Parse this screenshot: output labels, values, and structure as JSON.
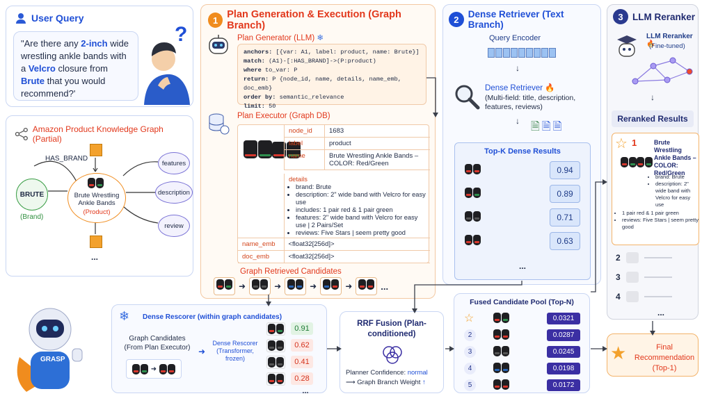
{
  "user_query": {
    "title": "User Query",
    "text_parts": [
      "\"Are there any ",
      "2-inch",
      " wide wrestling ankle bands with a ",
      "Velcro",
      " closure from ",
      "Brute",
      " that you would recommend?'"
    ]
  },
  "kg": {
    "title": "Amazon Product Knowledge Graph (Partial)",
    "edge_label": "HAS_BRAND",
    "brand_logo": "BRUTE",
    "brand_type": "(Brand)",
    "product_name": "Brute Wrestling Ankle Bands",
    "product_type": "(Product)",
    "nodes": [
      "features",
      "description",
      "review"
    ],
    "ellipsis": "..."
  },
  "branch1": {
    "num": "1",
    "title": "Plan Generation & Execution (Graph Branch)",
    "generator_title": "Plan Generator (LLM)",
    "plan_lines": [
      {
        "k": "anchors:",
        "v": " [{var: A1, label: product, name: Brute}]"
      },
      {
        "k": "match:",
        "v": " (A1)-[:HAS_BRAND]->(P:product)"
      },
      {
        "k": "where",
        "v": " to_var: P"
      },
      {
        "k": "return:",
        "v": " P {node_id, name, details, name_emb, doc_emb}"
      },
      {
        "k": "order by:",
        "v": " semantic_relevance"
      },
      {
        "k": "limit:",
        "v": " 50"
      }
    ],
    "executor_title": "Plan Executor (Graph DB)",
    "table": {
      "node_id_k": "node_id",
      "node_id_v": "1683",
      "label_k": "label",
      "label_v": "product",
      "name_k": "name",
      "name_v": "Brute Wrestling Ankle Bands – COLOR: Red/Green",
      "details_k": "details",
      "details": [
        "brand: Brute",
        "description: 2\" wide band with Velcro for easy use",
        "includes: 1 pair red & 1 pair green",
        "features: 2\" wide band with Velcro for easy use | 2 Pairs/Set",
        "reviews: Five Stars  |  seem pretty good"
      ],
      "name_emb_k": "name_emb",
      "name_emb_v": "<float32[256d]>",
      "doc_emb_k": "doc_emb",
      "doc_emb_v": "<float32[256d]>"
    },
    "candidates_title": "Graph Retrieved Candidates",
    "ellipsis": "..."
  },
  "branch2": {
    "num": "2",
    "title": "Dense Retriever (Text Branch)",
    "encoder": "Query Encoder",
    "retriever_title": "Dense Retriever",
    "retriever_desc": "(Multi-field: title, description, features, reviews)",
    "topk_title": "Top-K Dense Results",
    "scores": [
      "0.94",
      "0.89",
      "0.71",
      "0.63"
    ],
    "ellipsis": "..."
  },
  "branch3": {
    "num": "3",
    "title": "LLM Reranker",
    "reranker_title": "LLM Reranker",
    "reranker_sub": "(Fine-tuned)",
    "results_title": "Reranked Results",
    "top_rank": "1",
    "top_name": "Brute Wrestling Ankle Bands – COLOR: Red/Green",
    "top_details": [
      "brand: Brute",
      "description: 2\" wide band with Velcro for easy use",
      "1 pair red & 1 pair green",
      "reviews: Five Stars | seem pretty good"
    ],
    "other_ranks": [
      "2",
      "3",
      "4"
    ],
    "ellipsis": "..."
  },
  "rescorer": {
    "title": "Dense Rescorer (within graph candidates)",
    "candidates_label": "Graph Candidates (From Plan Executor)",
    "arrow_label": "Dense Rescorer (Transformer, frozen)",
    "scores": [
      "0.91",
      "0.62",
      "0.41",
      "0.28"
    ],
    "ellipsis": "..."
  },
  "rrf": {
    "title": "RRF Fusion (Plan-conditioned)",
    "confidence_label": "Planner Confidence:",
    "confidence_value": "normal",
    "weight_label": "Graph Branch Weight"
  },
  "fused": {
    "title": "Fused Candidate Pool (Top-N)",
    "ranks": [
      "1",
      "2",
      "3",
      "4",
      "5"
    ],
    "values": [
      "0.0321",
      "0.0287",
      "0.0245",
      "0.0198",
      "0.0172"
    ]
  },
  "final": {
    "title": "Final Recommendation (Top-1)"
  },
  "mascot_label": "GRASP",
  "colors": {
    "blue": "#1f4fd6",
    "orange": "#f08c1e",
    "red": "#e2381c",
    "purple": "#3b2fa3"
  }
}
